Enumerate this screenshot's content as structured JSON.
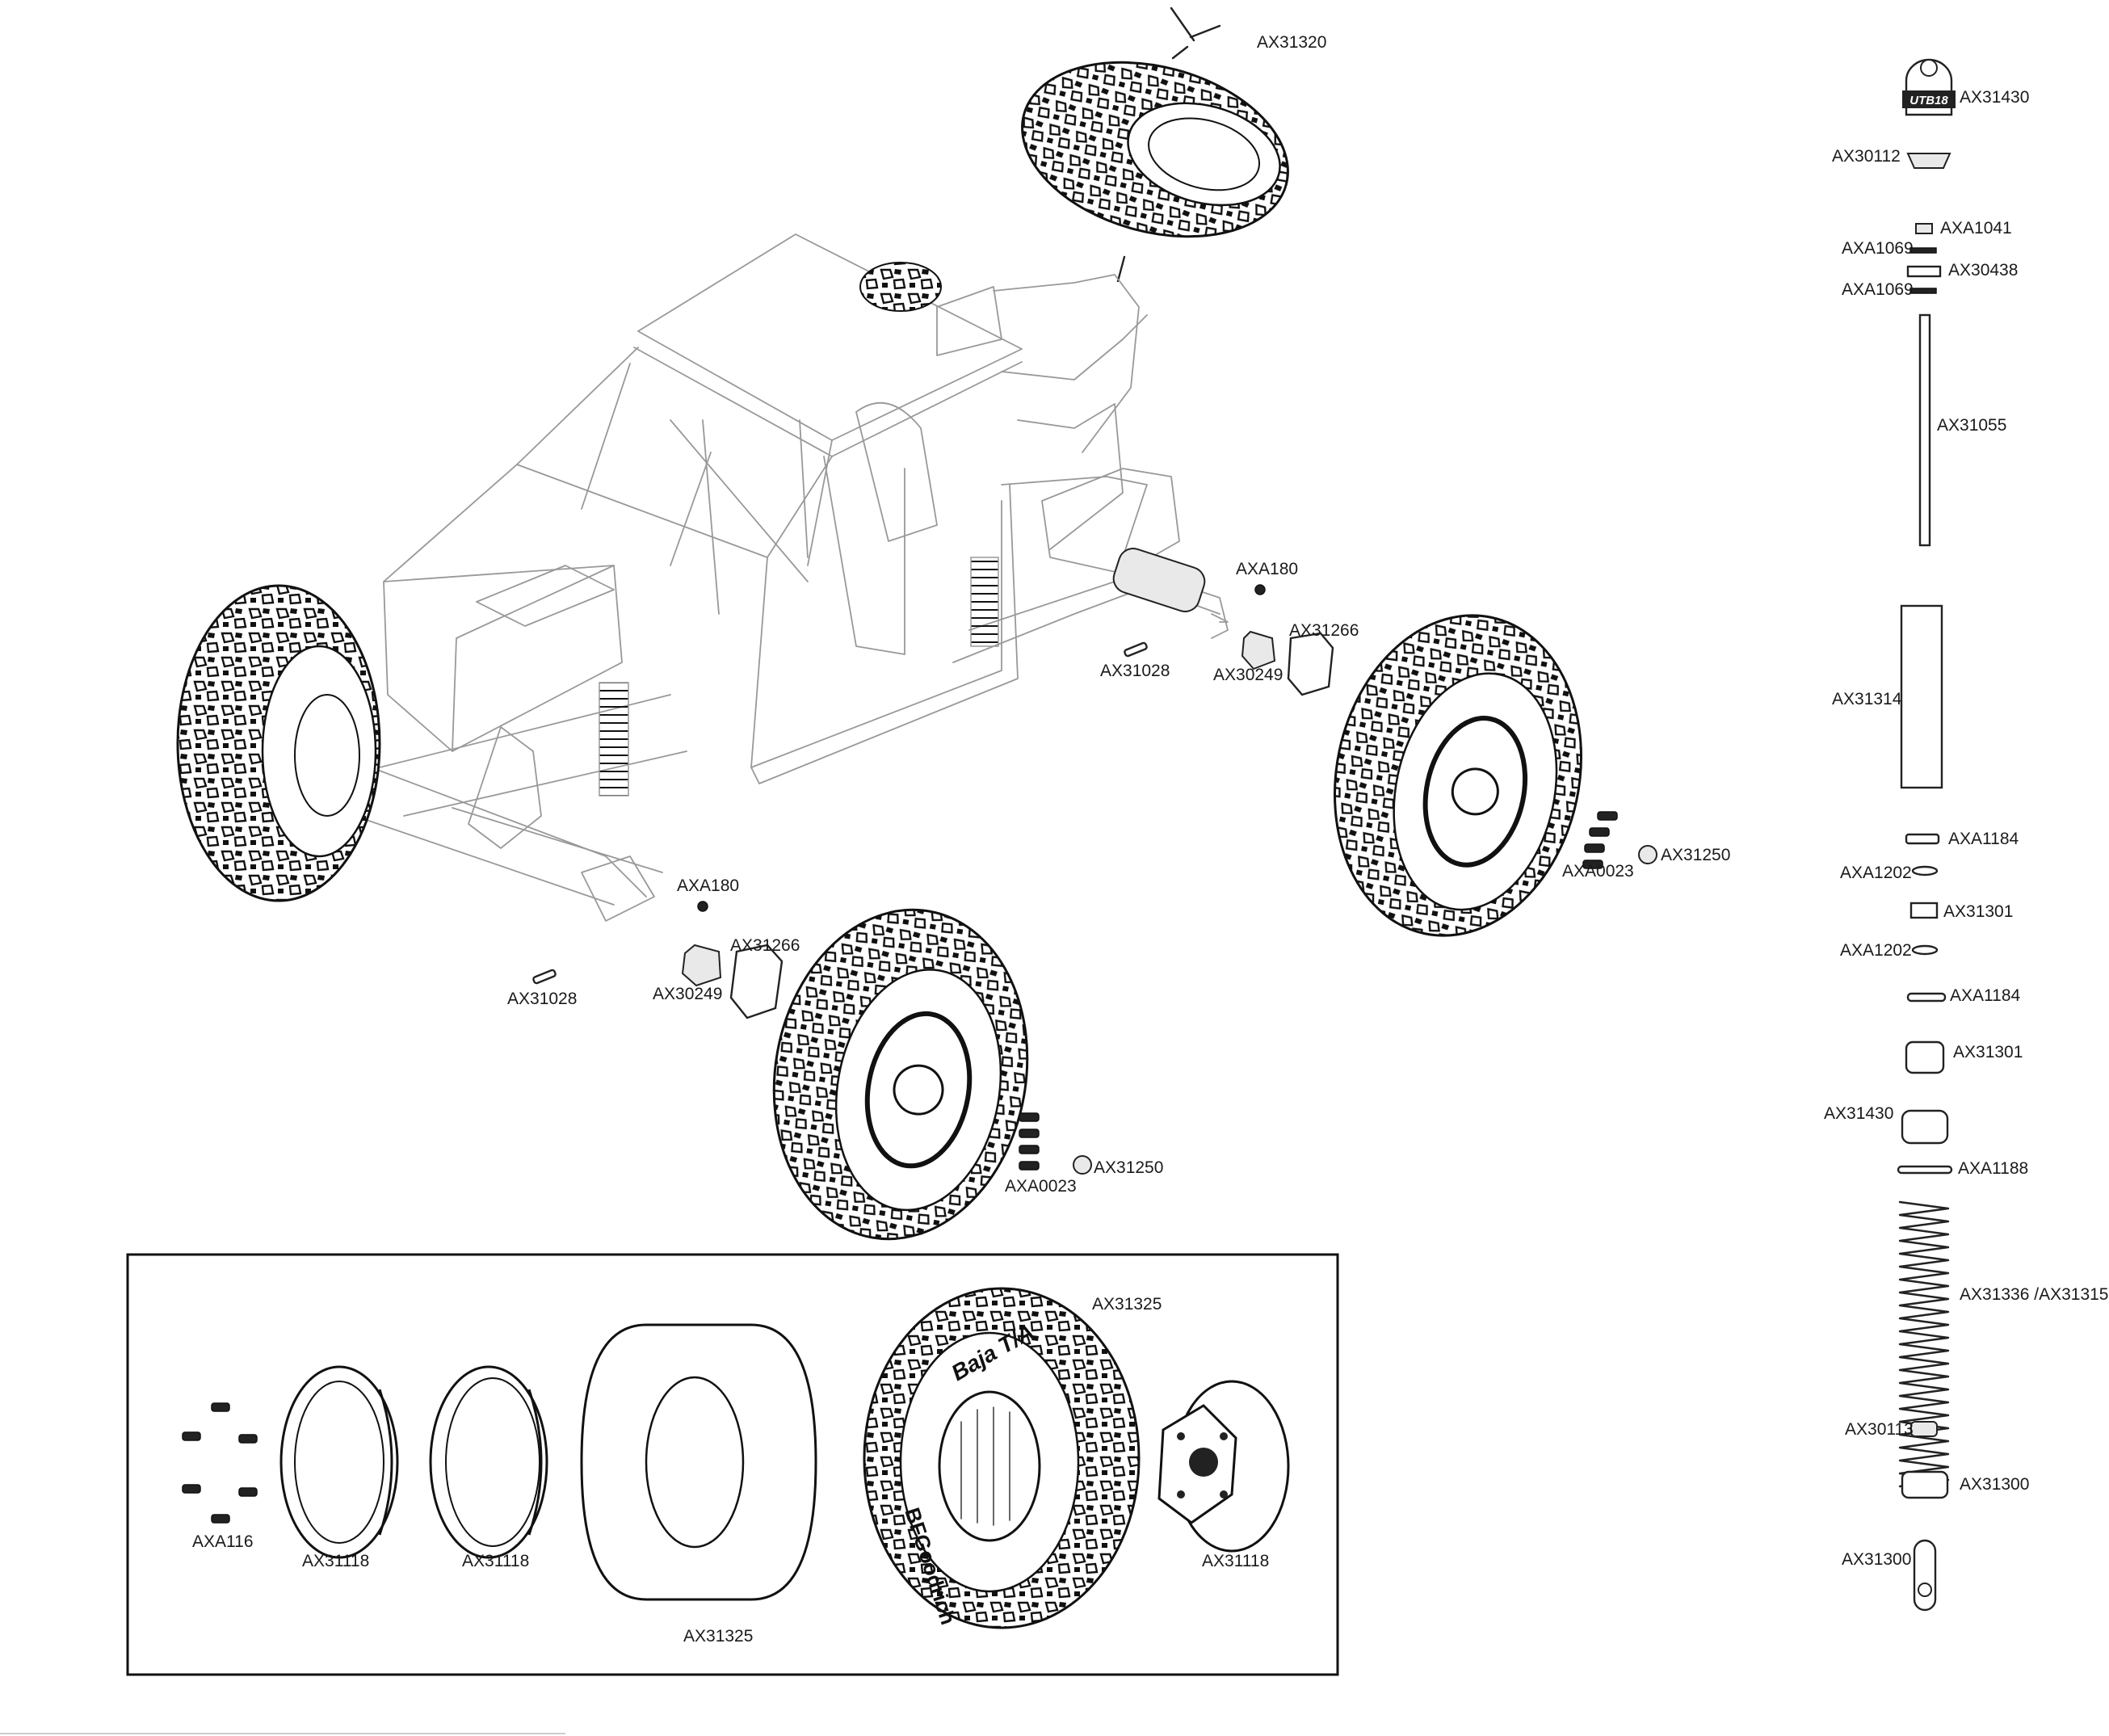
{
  "diagram": {
    "box_labels": {
      "screws": "AXA116",
      "beadlock_outer": "AX31118",
      "beadlock_inner": "AX31118",
      "foam": "AX31325",
      "tire": "AX31325",
      "hub_face": "AX31118"
    },
    "vehicle_labels": {
      "spare_tire_mount": "AX31320",
      "pin_rear": "AXA180",
      "axle_pin_rear": "AX31028",
      "hex_rear": "AX31266",
      "nut_rear": "AX30249",
      "wheel_nut_rear": "AX31250",
      "screws_rear": "AXA0023",
      "pin_front": "AXA180",
      "axle_pin_front": "AX31028",
      "hex_front": "AX31266",
      "nut_front": "AX30249",
      "wheel_nut_front": "AX31250",
      "screws_front": "AXA0023"
    },
    "shock_labels": [
      "AX31430",
      "AX30112",
      "AXA1041",
      "AXA1069",
      "AX30438",
      "AXA1069",
      "AX31055",
      "AX31314",
      "AXA1184",
      "AXA1202",
      "AX31301",
      "AXA1202",
      "AXA1184",
      "AX31301",
      "AX31430",
      "AXA1188",
      "AX31336 /AX31315",
      "AX30113",
      "AX31300",
      "AX31300"
    ],
    "stamp": {
      "logo_text": "UTB18",
      "tire_sidewall": "BFGoodrich",
      "tire_model": "Baja T/A"
    }
  }
}
